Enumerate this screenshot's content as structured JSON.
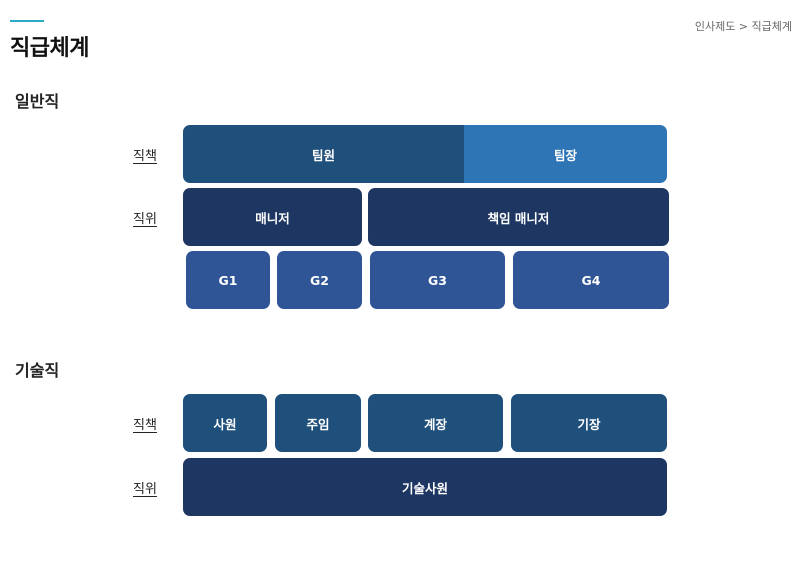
{
  "header": {
    "title": "직급체계",
    "breadcrumb": "인사제도 > 직급체계"
  },
  "general": {
    "title": "일반직",
    "role_label": "직책",
    "rank_label": "직위",
    "roles": [
      "팀원",
      "팀장"
    ],
    "ranks": [
      "매니저",
      "책임 매니저"
    ],
    "grades": [
      "G1",
      "G2",
      "G3",
      "G4"
    ]
  },
  "technical": {
    "title": "기술직",
    "role_label": "직책",
    "rank_label": "직위",
    "roles": [
      "사원",
      "주임",
      "계장",
      "기장"
    ],
    "rank": "기술사원"
  },
  "colors": {
    "accent": "#2aa9c9",
    "navy": "#1e3762",
    "steel_blue": "#1f4f7b",
    "light_blue": "#2e75b6",
    "grade_blue": "#2f5597"
  }
}
